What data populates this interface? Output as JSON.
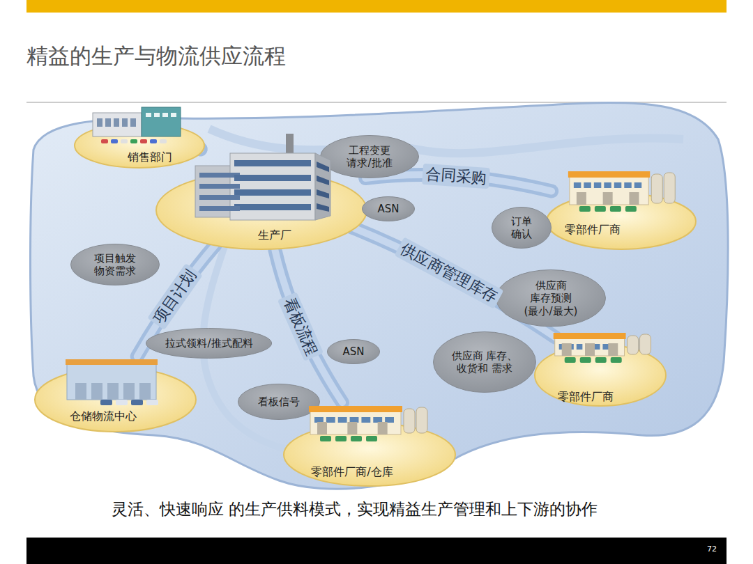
{
  "diagram": {
    "title": "精益的生产与物流供应流程",
    "caption": "灵活、快速响应 的生产供料模式，实现精益生产管理和上下游的协作",
    "nodes": [
      {
        "text": [
          "销售部门"
        ]
      },
      {
        "text": [
          "工程变更 请求/批准"
        ]
      },
      {
        "text": [
          "生产厂"
        ]
      },
      {
        "text": [
          "ASN"
        ]
      },
      {
        "text": [
          "零部件厂商"
        ]
      },
      {
        "text": [
          "订单 确认"
        ]
      },
      {
        "text": [
          "项目触发 物资需求"
        ]
      },
      {
        "text": [
          "供应商 库存预测 (最小/最大)"
        ]
      },
      {
        "text": [
          "拉式领料/推式配料"
        ]
      },
      {
        "text": [
          "ASN"
        ]
      },
      {
        "text": [
          "供应商 库存、收货和 需求"
        ]
      },
      {
        "text": [
          "仓储物流中心"
        ]
      },
      {
        "text": [
          "看板信号"
        ]
      },
      {
        "text": [
          "零部件厂商"
        ]
      },
      {
        "text": [
          "零部件厂商/仓库"
        ]
      }
    ],
    "edges": [
      {
        "from": 2,
        "to": 0,
        "arrow": "none"
      },
      {
        "from": 2,
        "to": 4,
        "label": "合同采购",
        "arrow": "none"
      },
      {
        "from": 2,
        "to": 13,
        "label": "供应商管理库存",
        "arrow": "none"
      },
      {
        "from": 2,
        "to": 14,
        "label": "看板流程",
        "arrow": "none"
      },
      {
        "from": 2,
        "to": 11,
        "label": "项目计划",
        "arrow": "none"
      }
    ],
    "labels": [
      "72"
    ]
  }
}
